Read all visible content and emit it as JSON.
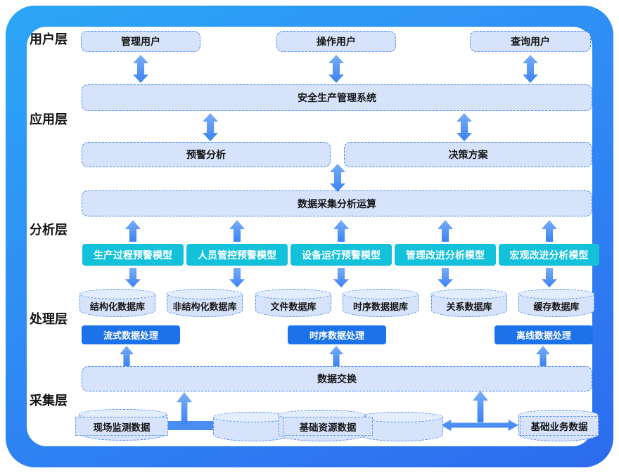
{
  "colors": {
    "frame_top": "#2BA6F7",
    "frame_bottom": "#2D6BEF",
    "box_fill": "#D7E3FB",
    "box_border": "#4688F2",
    "model_fill": "#14C1DB",
    "process_fill": "#1B72E9",
    "arrow": "#3B82F4"
  },
  "layers": {
    "user": "用户层",
    "app": "应用层",
    "analysis": "分析层",
    "process": "处理层",
    "collect": "采集层"
  },
  "user_layer": {
    "boxes": [
      "管理用户",
      "操作用户",
      "查询用户"
    ]
  },
  "app_layer": {
    "system": "安全生产管理系统",
    "warning": "预警分析",
    "decision": "决策方案"
  },
  "analysis_layer": {
    "compute": "数据采集分析运算",
    "models": [
      "生产过程预警模型",
      "人员管控预警模型",
      "设备运行预警模型",
      "管理改进分析模型",
      "宏观改进分析模型"
    ]
  },
  "process_layer": {
    "databases": [
      "结构化数据库",
      "非结构化数据库",
      "文件数据库",
      "时序数据据库",
      "关系数据库",
      "缓存数据库"
    ],
    "processors": [
      "流式数据处理",
      "时序数据处理",
      "离线数据处理"
    ]
  },
  "collect_layer": {
    "exchange": "数据交换",
    "sources": [
      "现场监测数据",
      "基础资源数据",
      "基础业务数据"
    ]
  }
}
